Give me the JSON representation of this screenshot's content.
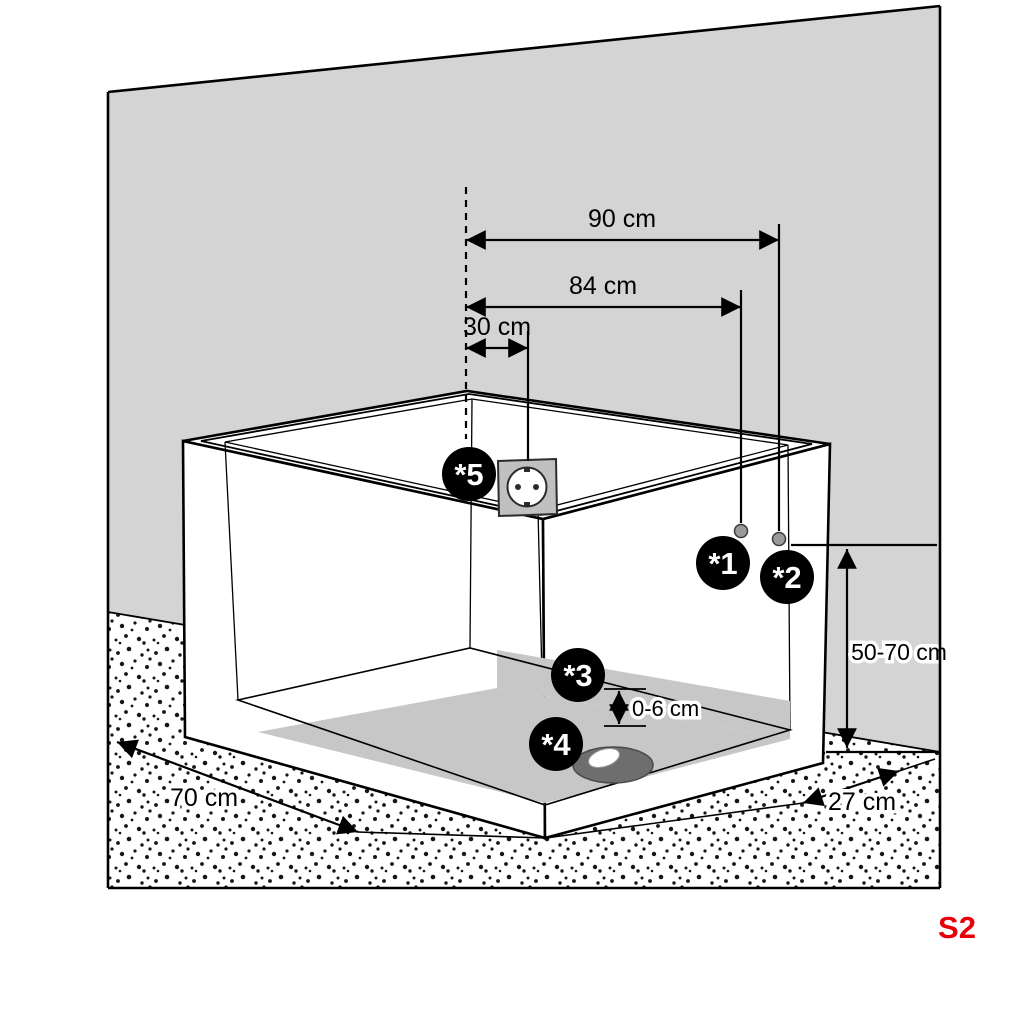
{
  "figure": {
    "code": "S2"
  },
  "dimensions": {
    "overall_width": "90 cm",
    "inner_width": "84 cm",
    "socket_offset": "30 cm",
    "wall_height_range": "50-70 cm",
    "floor_zone_height": "0-6 cm",
    "side_depth": "70 cm",
    "corner_offset": "27 cm"
  },
  "markers": {
    "m1": "*1",
    "m2": "*2",
    "m3": "*3",
    "m4": "*4",
    "m5": "*5"
  },
  "colors": {
    "wall": "#d4d4d4",
    "zone": "#c7c7c7",
    "marker_bg": "#000000",
    "marker_text": "#ffffff",
    "drain": "#6e6e6e",
    "figure_code": "#e8000b"
  }
}
